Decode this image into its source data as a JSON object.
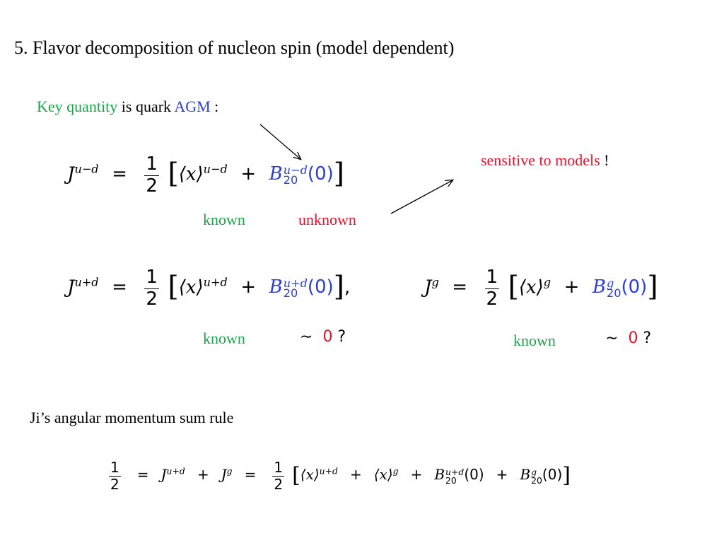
{
  "title": "5. Flavor decomposition of nucleon spin  (model dependent)",
  "key_line": {
    "prefix": "Key quantity",
    "middle": " is quark ",
    "agm": "AGM",
    "suffix": "  :"
  },
  "note": {
    "text": "sensitive to models",
    "bang": " !"
  },
  "eq1": {
    "lhs": "J",
    "lhs_sup": "u−d",
    "rel": "=",
    "num": "1",
    "den": "2",
    "x_term": "⟨x⟩",
    "x_sup": "u−d",
    "plus": "+",
    "B": "B",
    "B_sup": "u−d",
    "B_sub": "20",
    "B_arg": "(0)"
  },
  "labels1": {
    "known": "known",
    "unknown": "unknown"
  },
  "eq2": {
    "lhs": "J",
    "lhs_sup": "u+d",
    "rel": "=",
    "num": "1",
    "den": "2",
    "x_term": "⟨x⟩",
    "x_sup": "u+d",
    "plus": "+",
    "B": "B",
    "B_sup": "u+d",
    "B_sub": "20",
    "B_arg": "(0)",
    "comma": ","
  },
  "eq3": {
    "lhs": "J",
    "lhs_sup": "g",
    "rel": "=",
    "num": "1",
    "den": "2",
    "x_term": "⟨x⟩",
    "x_sup": "g",
    "plus": "+",
    "B": "B",
    "B_sup": "g",
    "B_sub": "20",
    "B_arg": "(0)"
  },
  "labels2": {
    "known_left": "known",
    "tilde_left": "∼",
    "zero_left": "0",
    "q_left": "?",
    "known_right": "known",
    "tilde_right": "∼",
    "zero_right": "0",
    "q_right": "?"
  },
  "sum_rule_heading": "Ji’s angular momentum sum rule",
  "eq4": {
    "num": "1",
    "den": "2",
    "rel1": "=",
    "J1": "J",
    "J1_sup": "u+d",
    "plus1": "+",
    "J2": "J",
    "J2_sup": "g",
    "rel2": "=",
    "num2": "1",
    "den2": "2",
    "x1": "⟨x⟩",
    "x1_sup": "u+d",
    "plus2": "+",
    "x2": "⟨x⟩",
    "x2_sup": "g",
    "plus3": "+",
    "B1": "B",
    "B1_sup": "u+d",
    "B1_sub": "20",
    "B1_arg": "(0)",
    "plus4": "+",
    "B2": "B",
    "B2_sup": "g",
    "B2_sub": "20",
    "B2_arg": "(0)"
  },
  "colors": {
    "green": "#1fa34a",
    "red": "#e8112d",
    "blue": "#2b3fd6",
    "arrow": "#000000"
  }
}
